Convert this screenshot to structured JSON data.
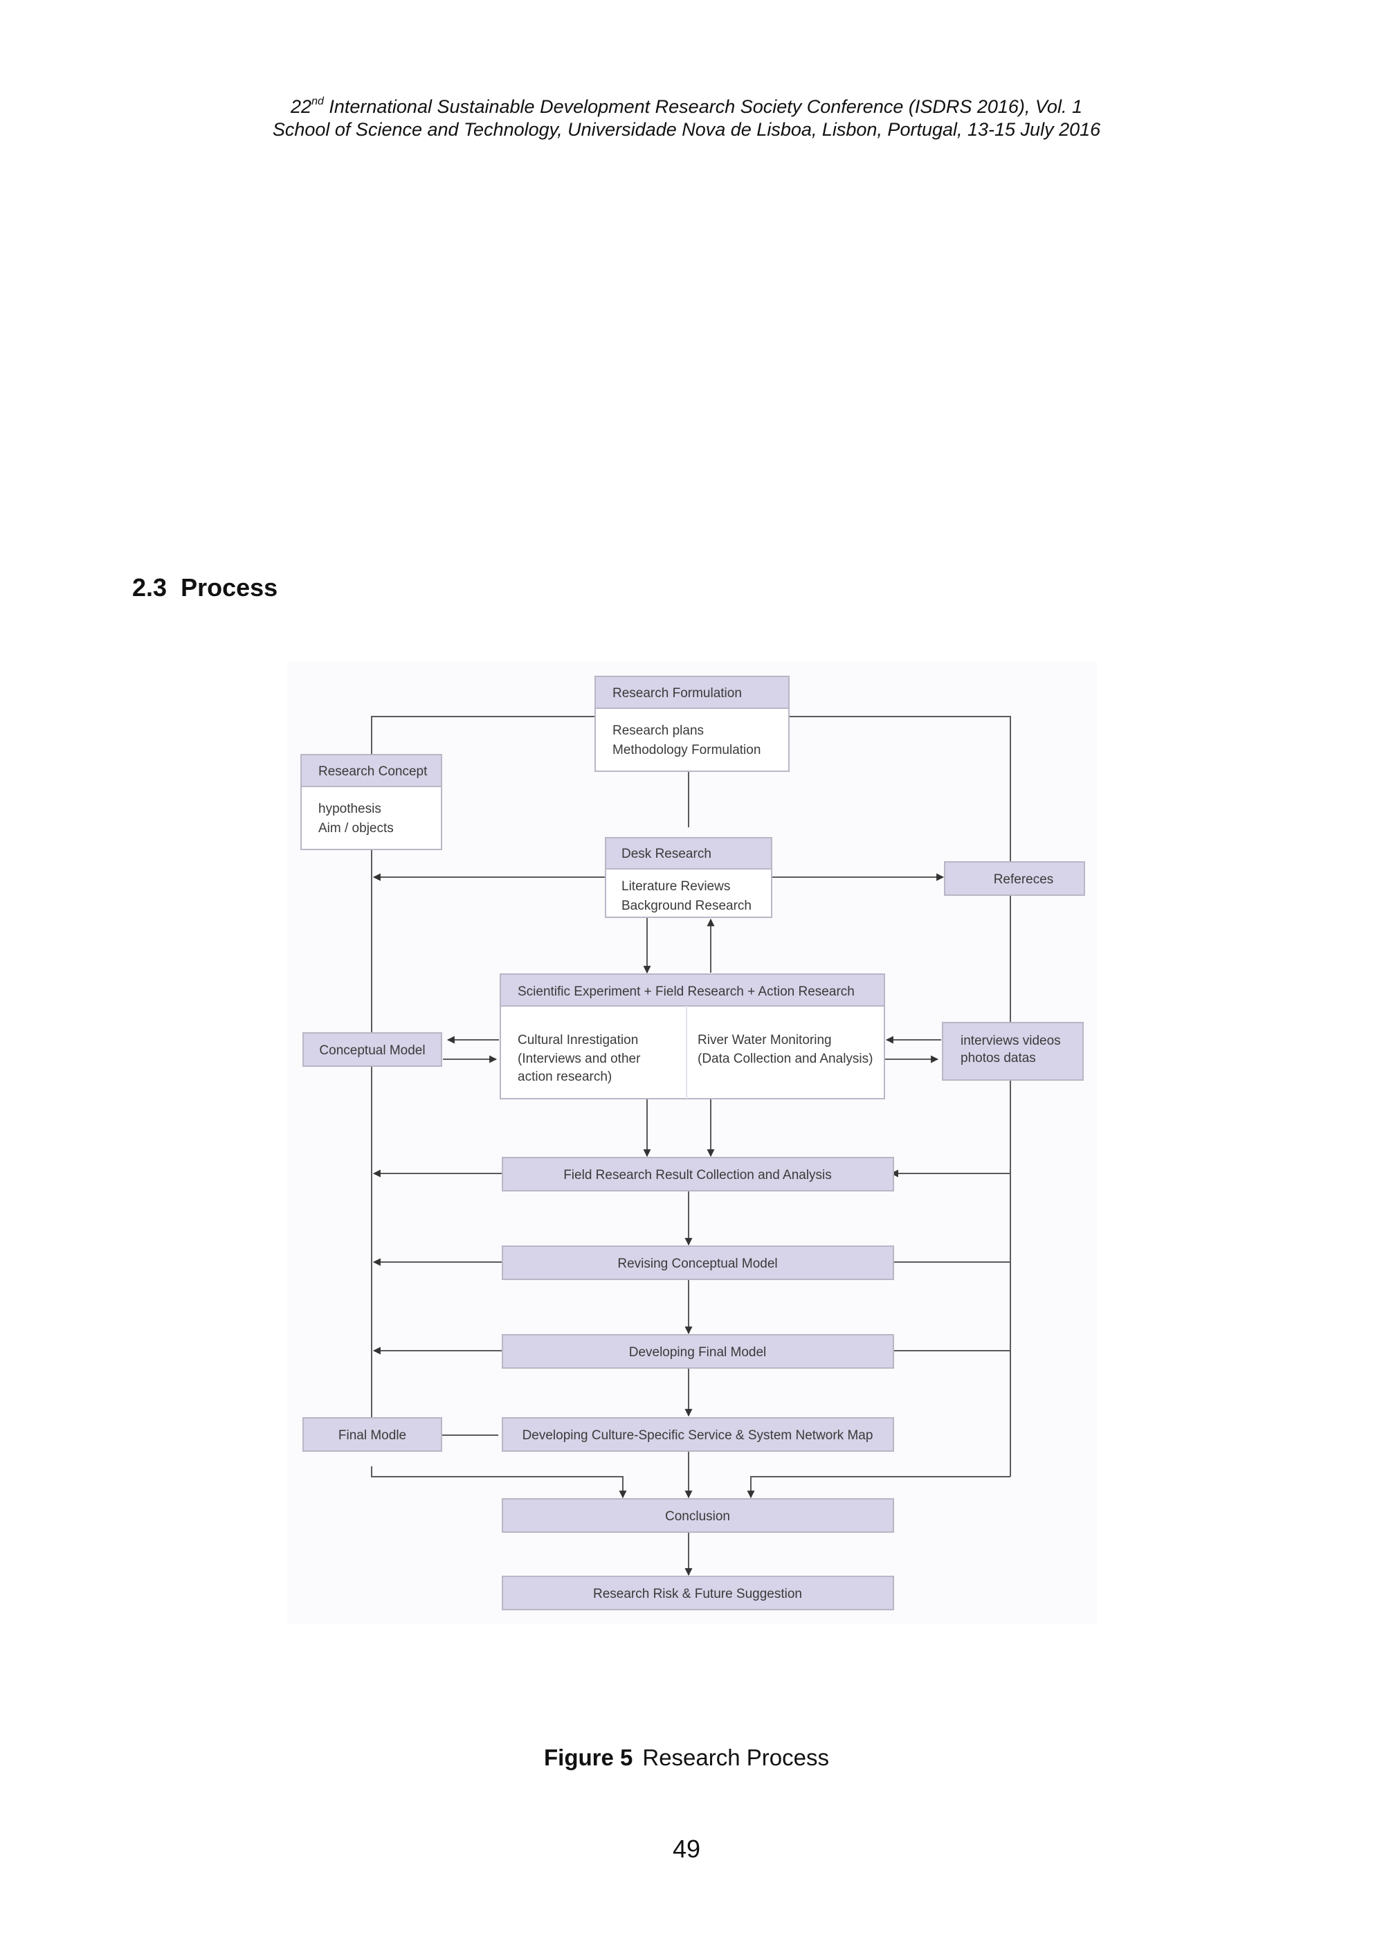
{
  "header": {
    "line1_ordinal": "22",
    "line1_sup": "nd",
    "line1_rest": " International Sustainable Development Research Society Conference (ISDRS 2016), Vol. 1",
    "line2": "School of Science and Technology, Universidade Nova de Lisboa, Lisbon, Portugal, 13-15 July 2016"
  },
  "section": {
    "number": "2.3",
    "title": "Process"
  },
  "diagram": {
    "nodes": {
      "research_formulation": {
        "title": "Research Formulation",
        "body": [
          "Research plans",
          "Methodology Formulation"
        ]
      },
      "research_concept": {
        "title": "Research Concept",
        "body": [
          "hypothesis",
          "Aim / objects"
        ]
      },
      "desk_research": {
        "title": "Desk Research",
        "body": [
          "Literature Reviews",
          "Background Research"
        ]
      },
      "refereces": {
        "title": "Refereces"
      },
      "scientific_experiment": {
        "title": "Scientific Experiment + Field Research + Action Research",
        "left_body": [
          "Cultural Inrestigation",
          "(Interviews and other",
          "action research)"
        ],
        "right_body": [
          "River Water Monitoring",
          "(Data Collection and Analysis)"
        ]
      },
      "conceptual_model": {
        "title": "Conceptual Model"
      },
      "interviews_videos": {
        "title": [
          "interviews videos",
          "photos datas"
        ]
      },
      "field_research_result": {
        "title": "Field Research Result Collection and Analysis"
      },
      "revising_conceptual_model": {
        "title": "Revising Conceptual Model"
      },
      "developing_final_model": {
        "title": "Developing Final Model"
      },
      "final_modle": {
        "title": "Final Modle"
      },
      "developing_culture_map": {
        "title": "Developing Culture-Specific Service & System Network Map"
      },
      "conclusion": {
        "title": "Conclusion"
      },
      "research_risk": {
        "title": "Research Risk & Future Suggestion"
      }
    },
    "colors": {
      "header_fill": "#d7d3e8",
      "box_fill": "#ffffff",
      "border": "#b9b6c6",
      "line": "#5a5a5a",
      "arrow": "#333333",
      "text": "#3a3a3a"
    }
  },
  "caption": {
    "label": "Figure 5",
    "title": "Research Process"
  },
  "page_number": "49"
}
